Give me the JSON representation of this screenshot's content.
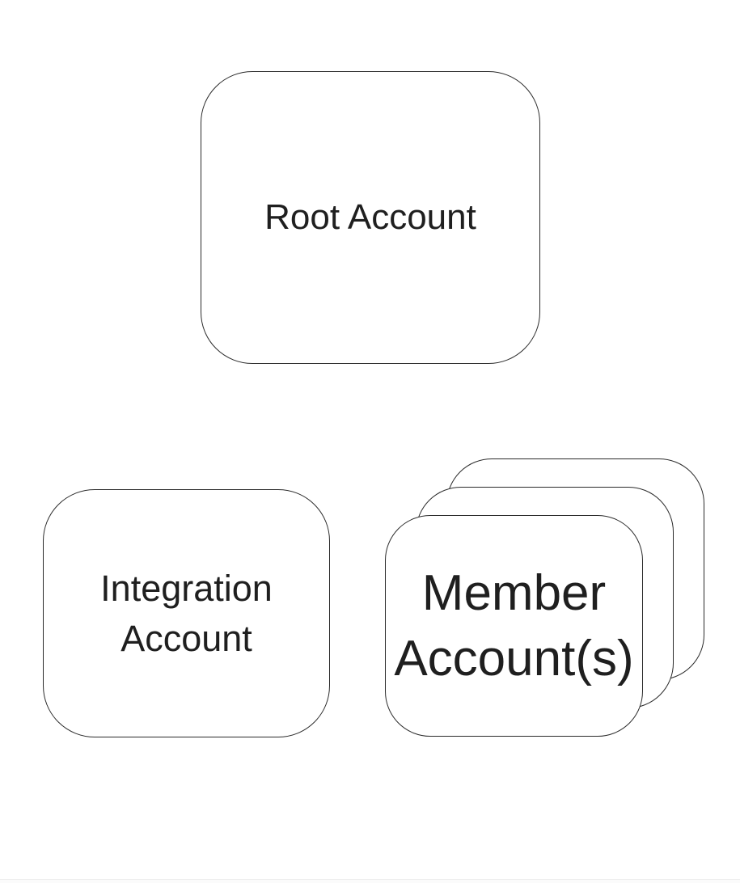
{
  "diagram": {
    "type": "account-structure",
    "nodes": {
      "root": {
        "label": "Root Account",
        "lines": [
          "Root Account"
        ]
      },
      "integration": {
        "label": "Integration Account",
        "lines": [
          "Integration",
          "Account"
        ]
      },
      "member": {
        "label": "Member Account(s)",
        "lines": [
          "Member",
          "Account(s)"
        ],
        "stack_count": 3
      }
    },
    "colors": {
      "background": "#ffffff",
      "node_fill": "#ffffff",
      "node_border": "#2b2b2b",
      "text": "#1f1f1f",
      "footer_line": "#ececec",
      "footer_strip": "#fbfbfb"
    }
  }
}
